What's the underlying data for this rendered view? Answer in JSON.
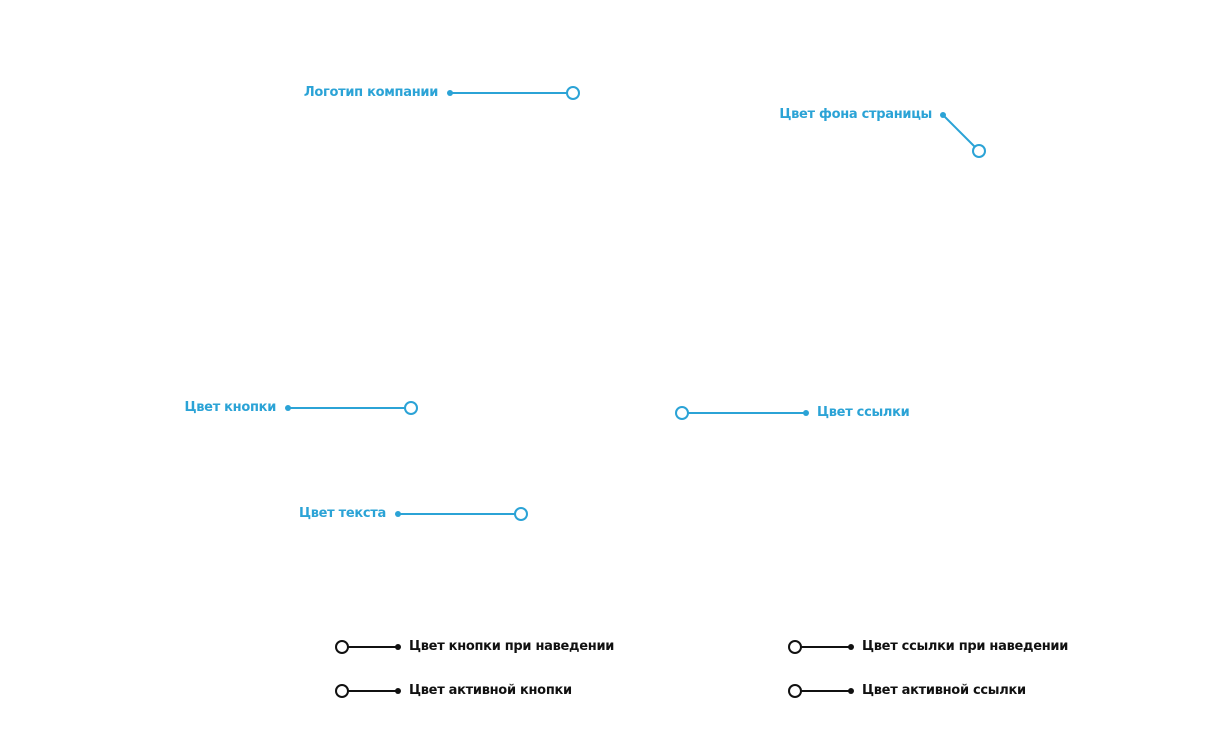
{
  "colors": {
    "accent": "#2ba3d6",
    "legend": "#111111",
    "background": "#ffffff"
  },
  "annotations": [
    {
      "id": "logo",
      "label": "Логотип компании"
    },
    {
      "id": "page-bg",
      "label": "Цвет фона страницы"
    },
    {
      "id": "button",
      "label": "Цвет кнопки"
    },
    {
      "id": "link",
      "label": "Цвет ссылки"
    },
    {
      "id": "text",
      "label": "Цвет текста"
    }
  ],
  "legend": [
    {
      "id": "button-hover",
      "label": "Цвет кнопки при наведении"
    },
    {
      "id": "button-active",
      "label": "Цвет активной кнопки"
    },
    {
      "id": "link-hover",
      "label": "Цвет ссылки при наведении"
    },
    {
      "id": "link-active",
      "label": "Цвет активной ссылки"
    }
  ]
}
